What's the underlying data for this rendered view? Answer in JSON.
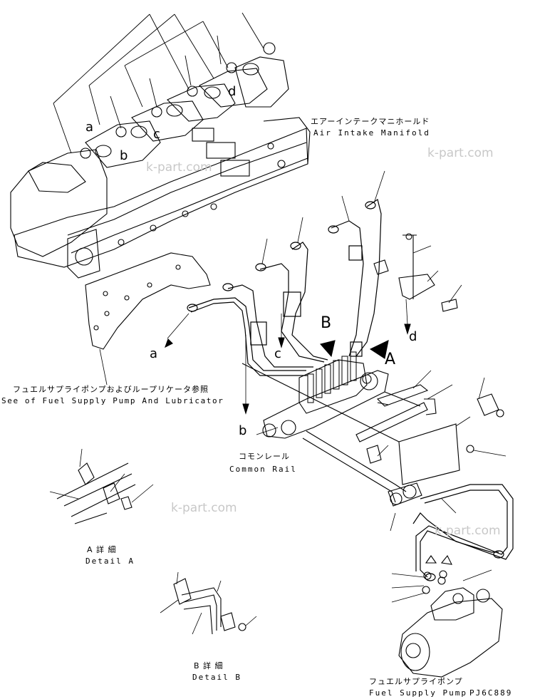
{
  "labels": {
    "air_intake_jp": "エアーインテークマニホールド",
    "air_intake_en": "Air Intake Manifold",
    "fuel_pump_ref_jp": "フュエルサプライポンプおよびループリケータ参照",
    "fuel_pump_ref_en": "See of Fuel Supply Pump And Lubricator",
    "common_rail_jp": "コモンレール",
    "common_rail_en": "Common Rail",
    "detail_a_jp": "A 詳 細",
    "detail_a_en": "Detail A",
    "detail_b_jp": "B 詳 細",
    "detail_b_en": "Detail B",
    "fuel_supply_pump_jp": "フュエルサプライポンプ",
    "fuel_supply_pump_en": "Fuel Supply Pump",
    "drawing_code": "PJ6C889"
  },
  "callouts": {
    "a_top": "a",
    "b_top": "b",
    "c_top": "c",
    "d_top": "d",
    "a_mid": "a",
    "b_bottom": "b",
    "c_mid": "c",
    "d_right": "d",
    "view_a": "A",
    "view_b": "B"
  },
  "watermarks": [
    "k-part.com",
    "k-part.com",
    "k-part.com",
    "k-part.com"
  ]
}
